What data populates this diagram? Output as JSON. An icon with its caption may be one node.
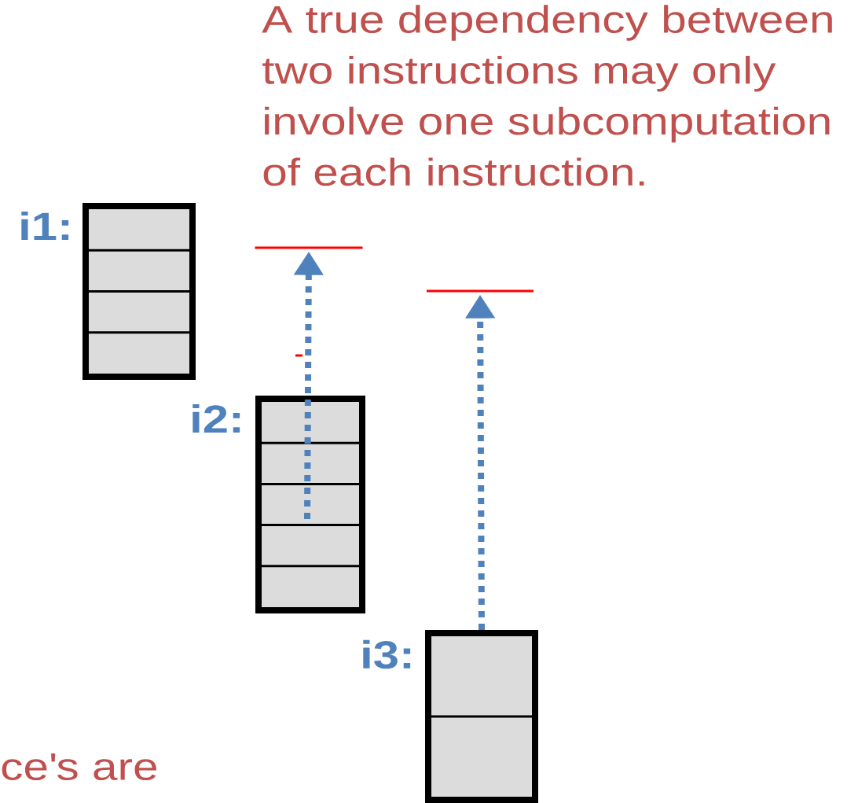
{
  "diagram": {
    "nodes": [
      {
        "text": [
          "i1:"
        ]
      },
      {
        "text": [
          "i2:"
        ]
      },
      {
        "text": [
          "i3:"
        ]
      },
      {
        "text": [],
        "shape": "bar"
      },
      {
        "text": [],
        "shape": "bar"
      }
    ],
    "edges": [
      {
        "from": 1,
        "to": 3,
        "arrow": "to",
        "style": "dashed"
      },
      {
        "from": 2,
        "to": 4,
        "arrow": "to",
        "style": "dashed"
      }
    ],
    "labels": [
      "A true dependency between two instructions may only involve one subcomputation of each instruction.",
      "ce's are"
    ]
  }
}
